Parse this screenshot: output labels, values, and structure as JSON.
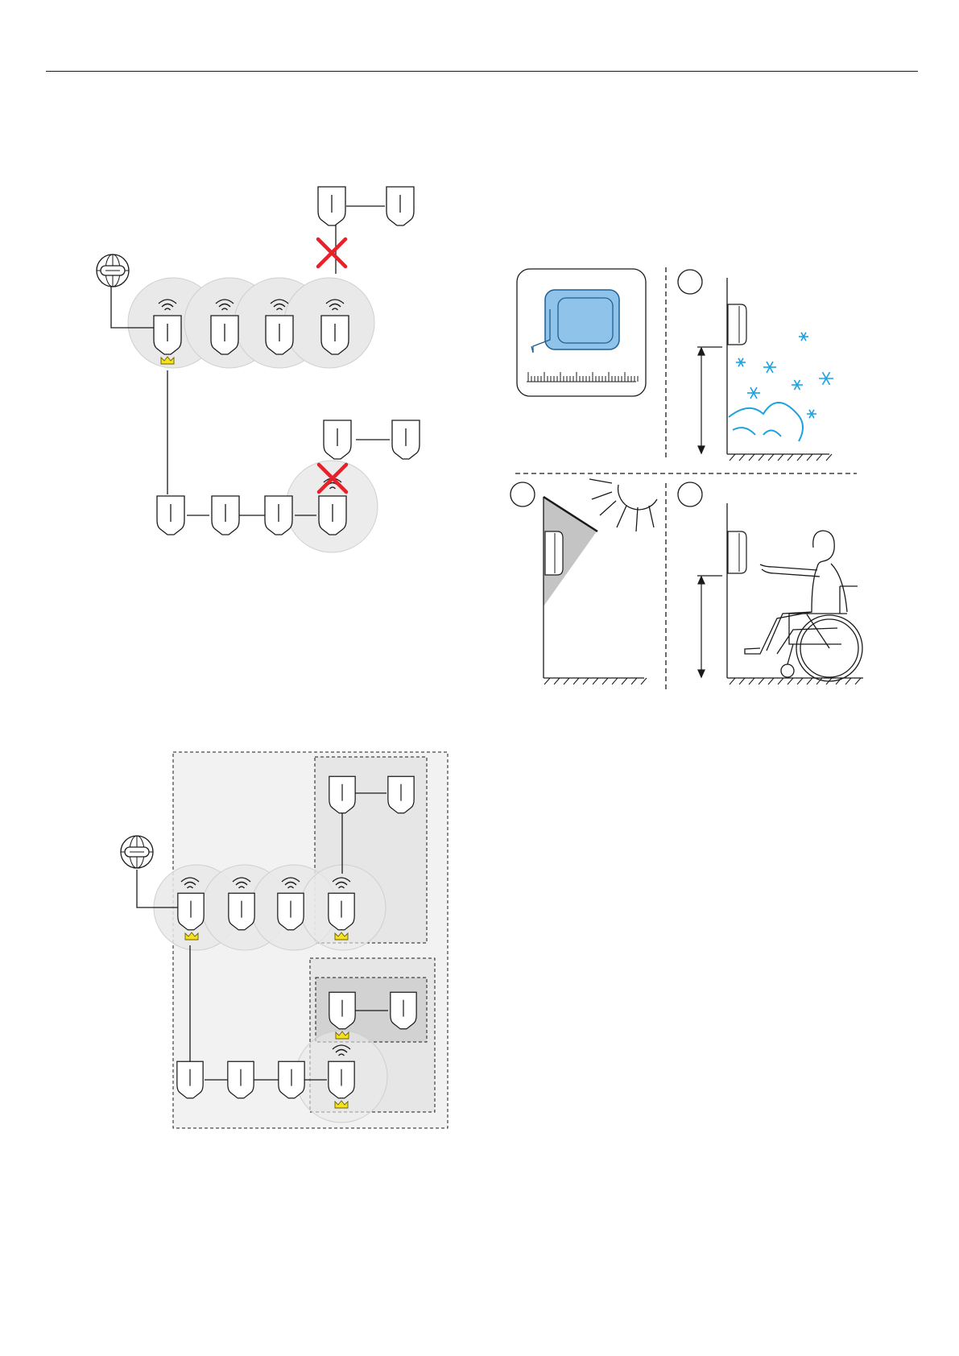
{
  "page": {
    "background": "#ffffff",
    "rule_color": "#1a1a1a"
  },
  "colors": {
    "line": "#1a1a1a",
    "coverage_fill": "#e9e9e9",
    "coverage_stroke": "#cfcfcf",
    "master_crown": "#f5e21b",
    "blocked_cross": "#e8202a",
    "region_light": "#f2f2f2",
    "region_mid": "#e6e6e6",
    "region_dark": "#d2d2d2",
    "tape_body": "#8fc3ea",
    "tape_stroke": "#1f5f92",
    "snow": "#1aa3e0",
    "sun_shadow": "#c4c4c4"
  },
  "icons": {
    "internet": "globe-router-icon",
    "charger": "wallbox-charger-icon",
    "wifi": "wifi-icon",
    "master": "crown-icon",
    "blocked": "red-cross-icon",
    "tape": "tape-measure-icon",
    "snow": "snowflake-icon",
    "sun": "sun-icon",
    "person": "wheelchair-user-icon"
  },
  "figure_mesh": {
    "chargers_top_row": 4,
    "chargers_bottom_row": 4,
    "wifi_on_top_row": true,
    "blocked_links": 2
  },
  "figure_groups": {
    "nested_groups": 3,
    "master_count": 4
  },
  "figure_install": {
    "subfigures": 4,
    "labels": [
      "",
      "",
      "",
      ""
    ]
  }
}
